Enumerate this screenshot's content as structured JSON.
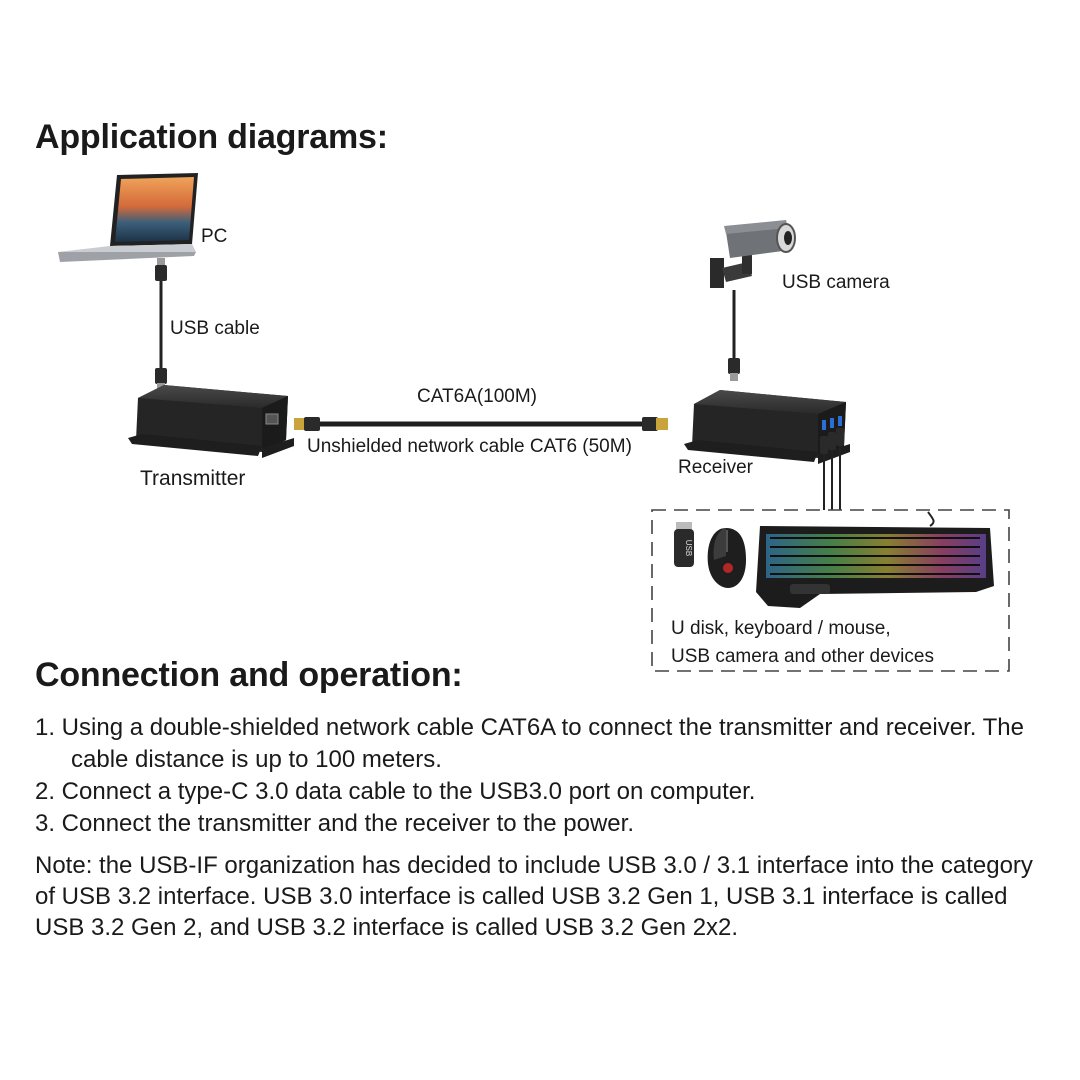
{
  "headings": {
    "application": "Application diagrams:",
    "connection": "Connection and operation:"
  },
  "diagram": {
    "pc": "PC",
    "usb_cable": "USB cable",
    "transmitter": "Transmitter",
    "cable_top": "CAT6A(100M)",
    "cable_bottom": "Unshielded network cable CAT6 (50M)",
    "receiver": "Receiver",
    "usb_camera": "USB camera",
    "devices_line1": "U disk, keyboard / mouse,",
    "devices_line2": "USB camera and other devices",
    "usb_stick_text": "USB",
    "icons": [
      "laptop-icon",
      "usb-connector-icon",
      "transmitter-box-icon",
      "rj45-connector-icon",
      "receiver-box-icon",
      "usb-camera-icon",
      "usb-stick-icon",
      "mouse-icon",
      "keyboard-icon"
    ]
  },
  "steps": [
    "1. Using a double-shielded network cable CAT6A to connect the transmitter and receiver. The cable distance is up to 100 meters.",
    "2. Connect a type-C 3.0 data cable to the USB3.0 port on computer.",
    "3. Connect the transmitter and the receiver to the power."
  ],
  "note": "Note: the USB-IF organization has decided to include USB 3.0 / 3.1 interface into the category of USB 3.2 interface. USB 3.0 interface is called USB 3.2 Gen 1, USB 3.1 interface is called USB 3.2 Gen 2, and USB 3.2 interface is called USB 3.2 Gen 2x2.",
  "colors": {
    "text": "#1a1a1a",
    "device_body": "#2b2b2b",
    "cable": "#1f1f1f",
    "rj45_gold": "#c9a43a",
    "usb_blue": "#2a6fd6"
  }
}
